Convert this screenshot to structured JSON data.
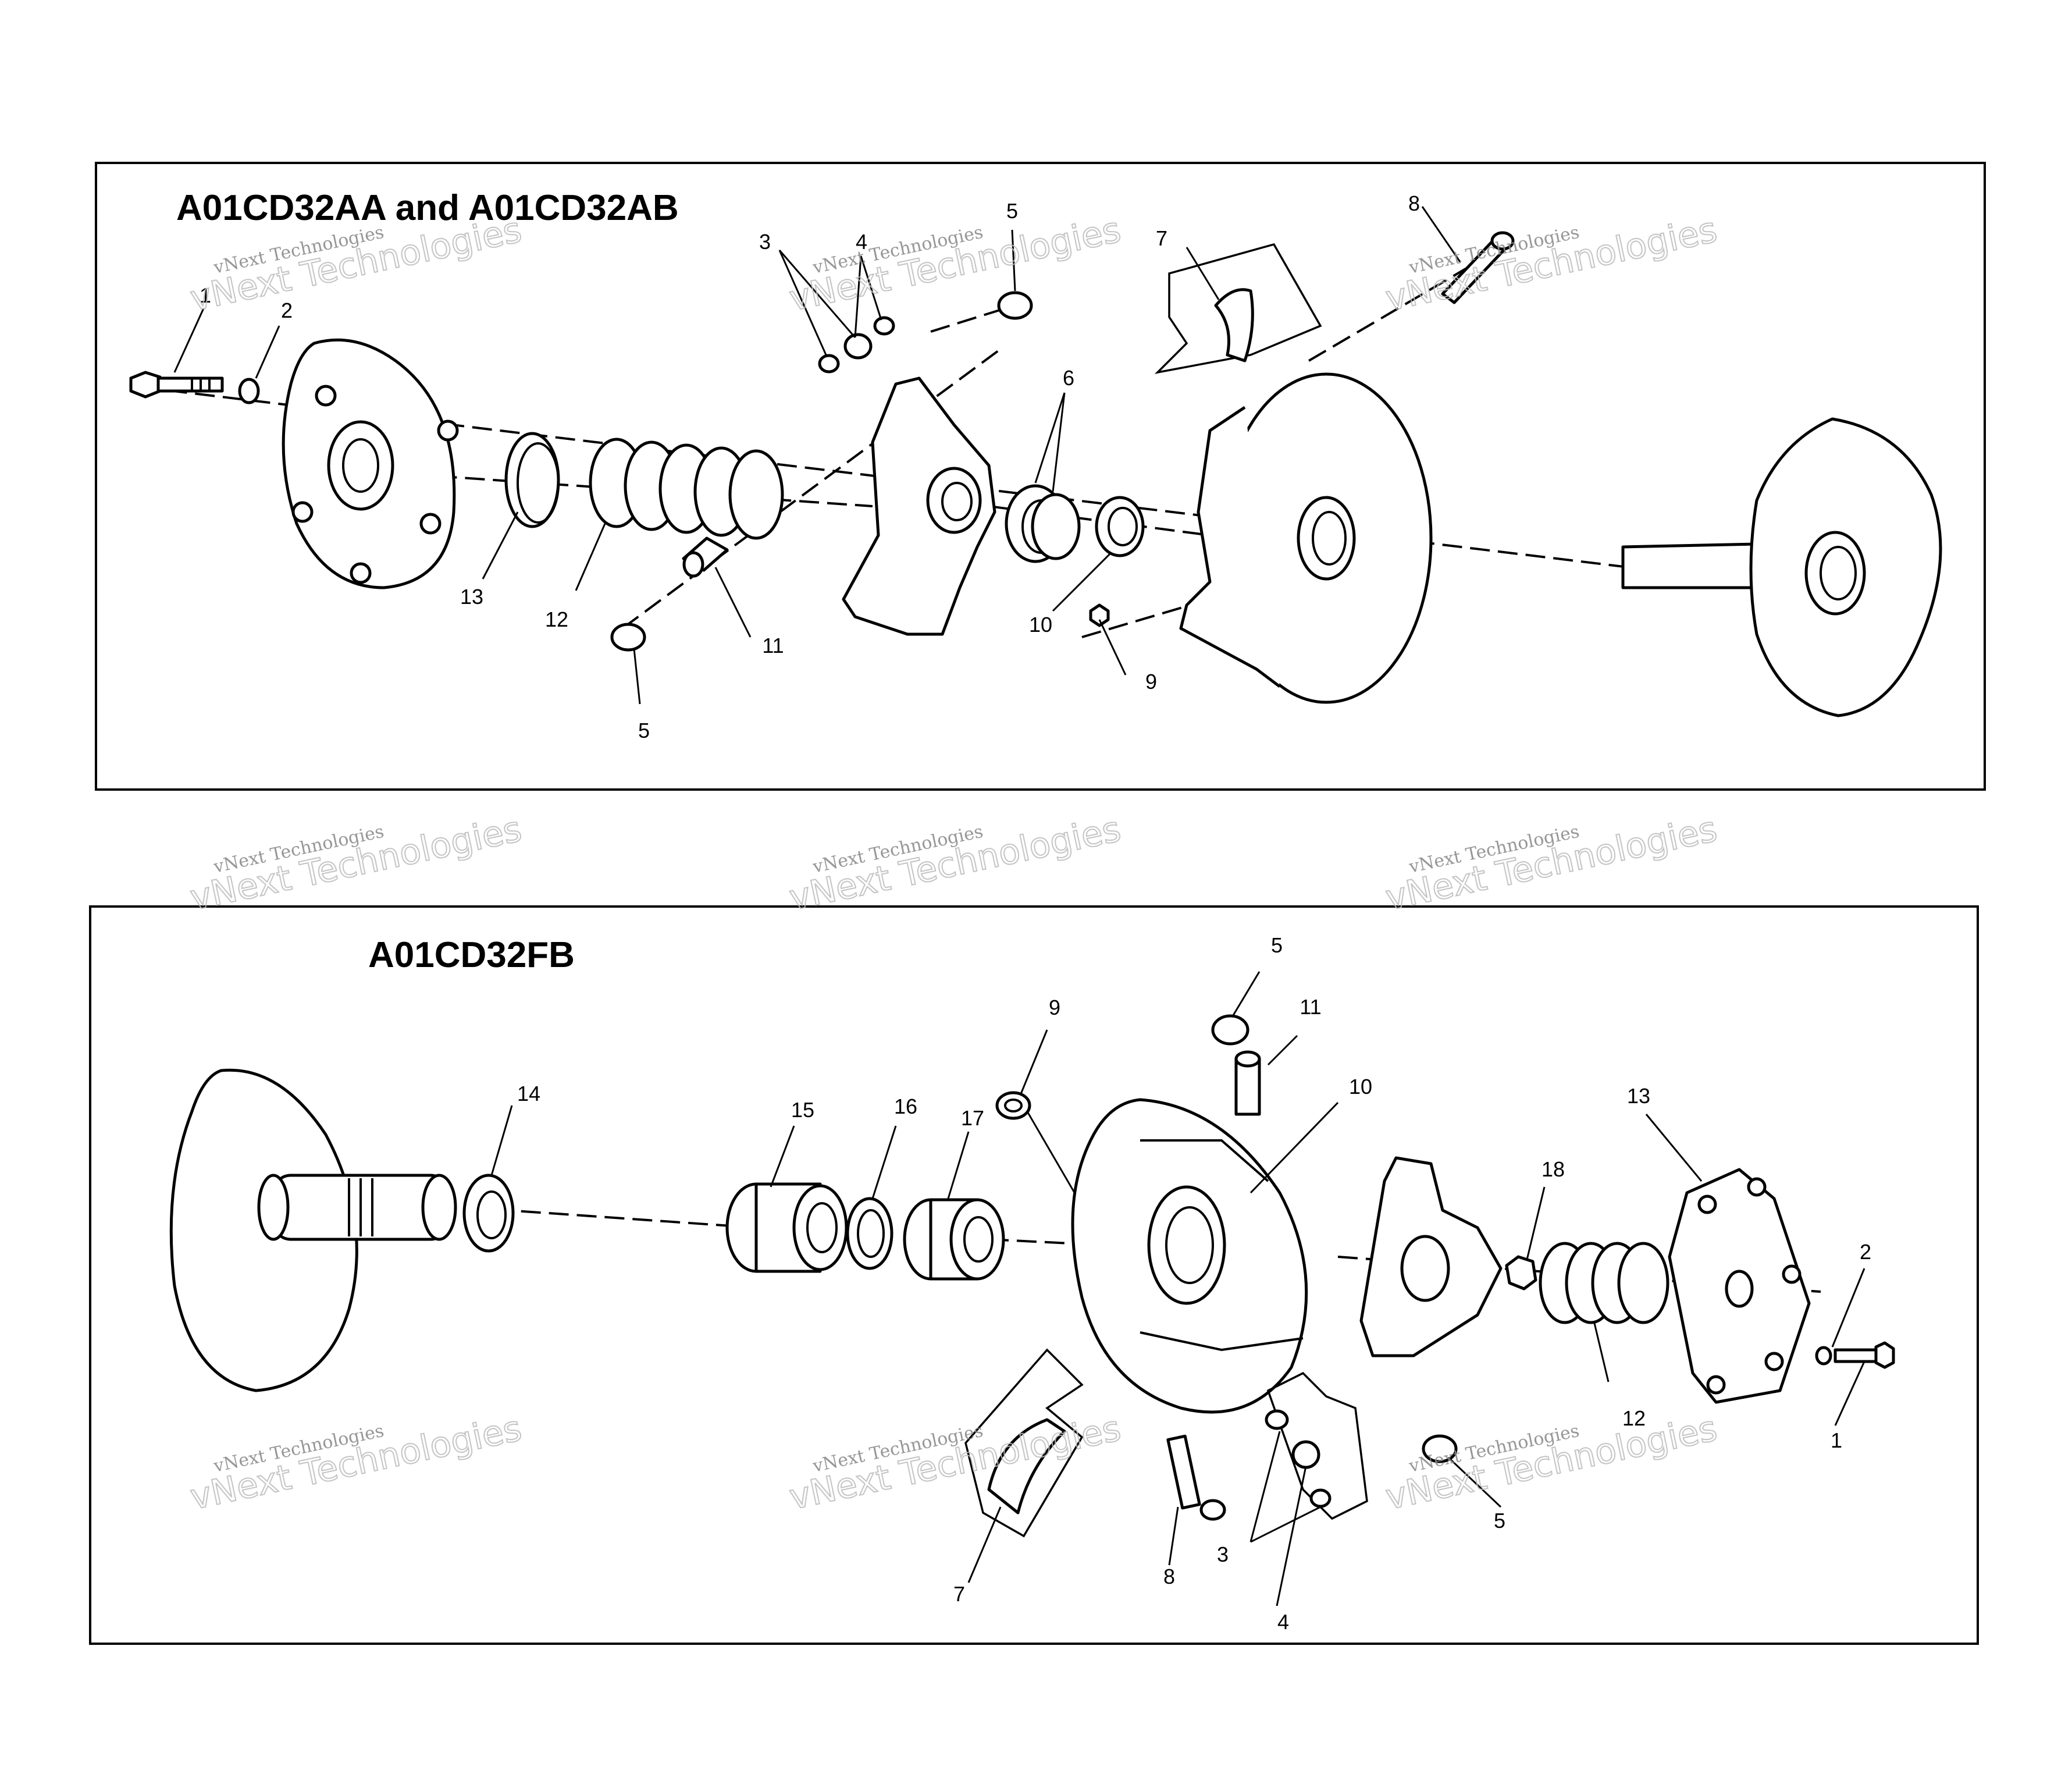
{
  "panels": [
    {
      "title": "A01CD32AA and A01CD32AB",
      "callouts": [
        "1",
        "2",
        "3",
        "4",
        "5",
        "6",
        "7",
        "8",
        "9",
        "10",
        "11",
        "12",
        "13",
        "5"
      ]
    },
    {
      "title": "A01CD32FB",
      "callouts": [
        "1",
        "2",
        "3",
        "4",
        "5",
        "5",
        "7",
        "8",
        "9",
        "10",
        "11",
        "12",
        "13",
        "14",
        "15",
        "16",
        "17",
        "18"
      ]
    }
  ],
  "watermark": {
    "line1": "vNext Technologies",
    "line2": "vNext Technologies"
  }
}
